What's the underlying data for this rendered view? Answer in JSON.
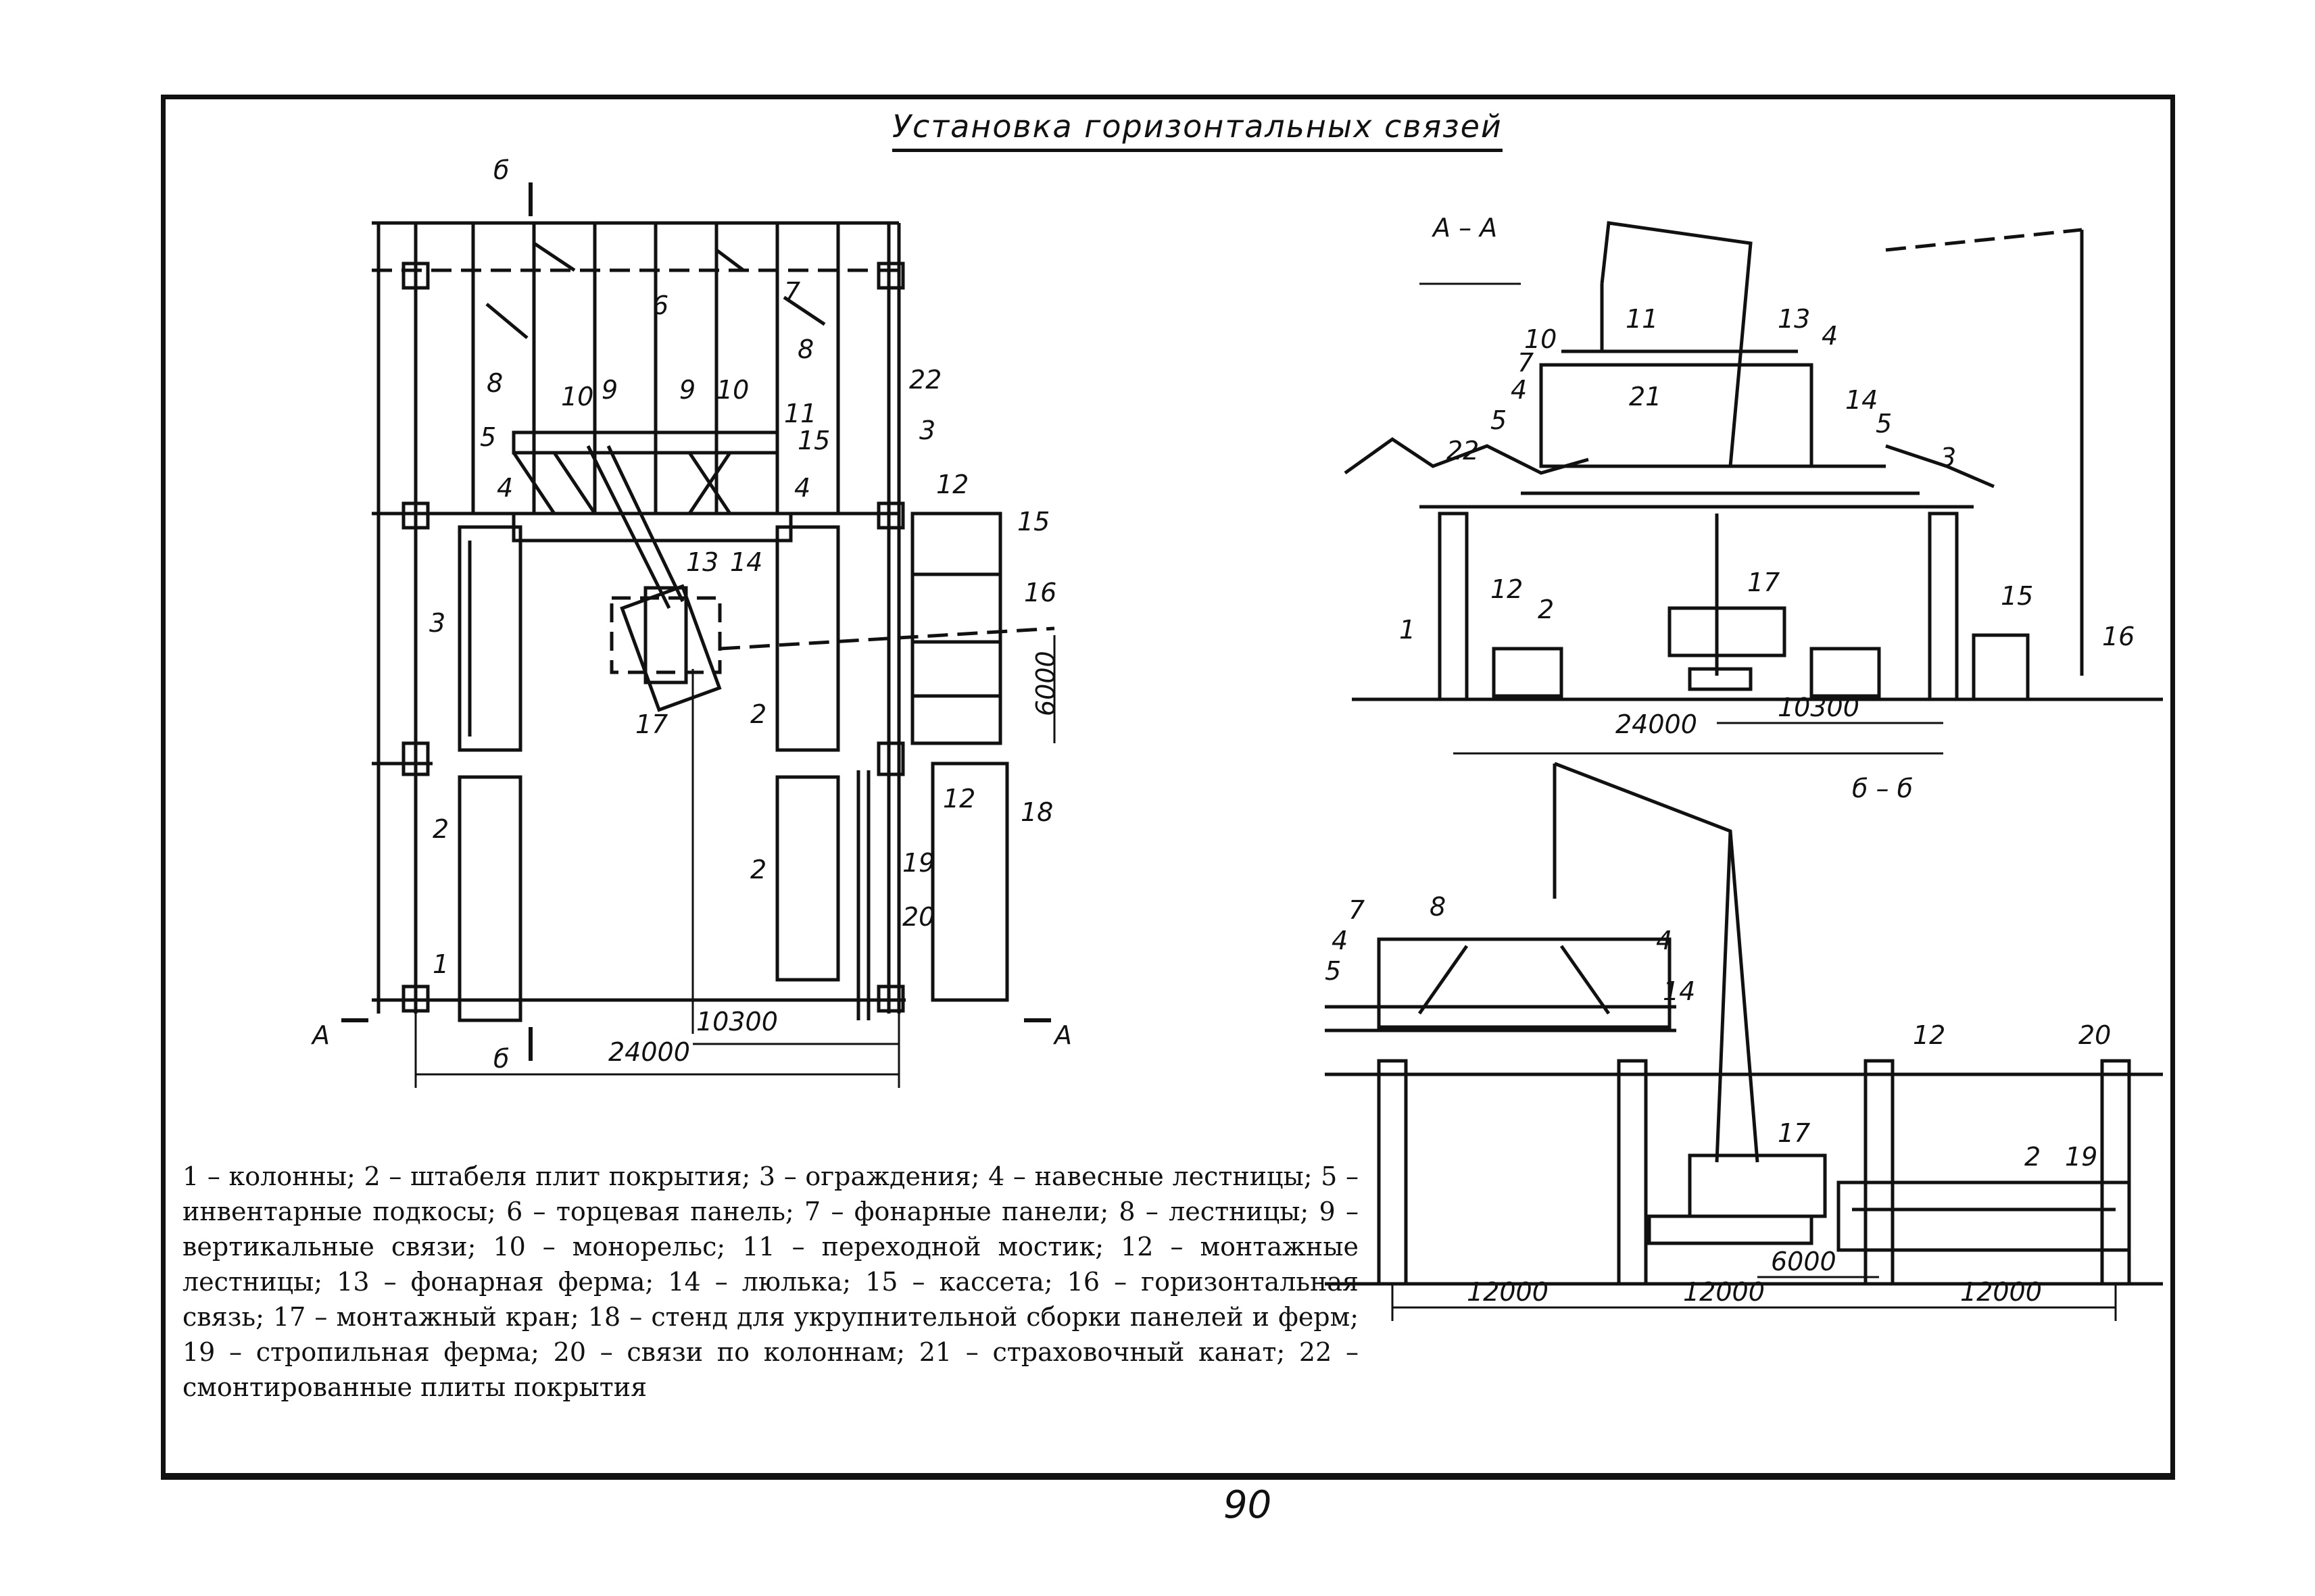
{
  "title": "Установка горизонтальных связей",
  "page_number": "90",
  "section_labels": {
    "plan_cut": "б",
    "plan_arrow_a": "А",
    "section_aa": "А – А",
    "section_bb": "б – б"
  },
  "plan": {
    "callouts": [
      "1",
      "2",
      "2",
      "2",
      "3",
      "3",
      "4",
      "4",
      "5",
      "6",
      "7",
      "8",
      "8",
      "9",
      "9",
      "10",
      "10",
      "11",
      "12",
      "12",
      "13",
      "14",
      "15",
      "15",
      "16",
      "17",
      "18",
      "19",
      "20",
      "22"
    ],
    "dimensions": {
      "span": "24000",
      "offset": "10300",
      "reach": "6000"
    }
  },
  "section_aa": {
    "callouts": [
      "1",
      "2",
      "3",
      "4",
      "4",
      "5",
      "5",
      "7",
      "10",
      "11",
      "12",
      "13",
      "14",
      "15",
      "16",
      "17",
      "21",
      "22"
    ],
    "dimensions": {
      "span": "24000",
      "offset": "10300"
    }
  },
  "section_bb": {
    "callouts": [
      "2",
      "4",
      "4",
      "5",
      "7",
      "8",
      "12",
      "14",
      "17",
      "19",
      "20"
    ],
    "dimensions": {
      "span_left": "12000",
      "span_mid": "12000",
      "span_right": "12000",
      "reach": "6000"
    }
  },
  "legend": "1 – колонны; 2 – штабеля плит покрытия; 3 – ограждения; 4 – навесные лестницы; 5 – инвентарные подкосы; 6 – торцевая панель; 7 – фонарные панели; 8 – лестницы; 9 – вертикальные связи; 10 – монорельс; 11 – переходной мостик; 12 – монтажные лестницы; 13 – фонарная ферма; 14 – люлька; 15 – кассета; 16 – горизонтальная связь; 17 – монтажный кран; 18 – стенд для укрупнительной сборки панелей и ферм; 19 – стропильная ферма; 20 – связи по колоннам; 21 – страховочный канат; 22 – смонтированные плиты покрытия"
}
